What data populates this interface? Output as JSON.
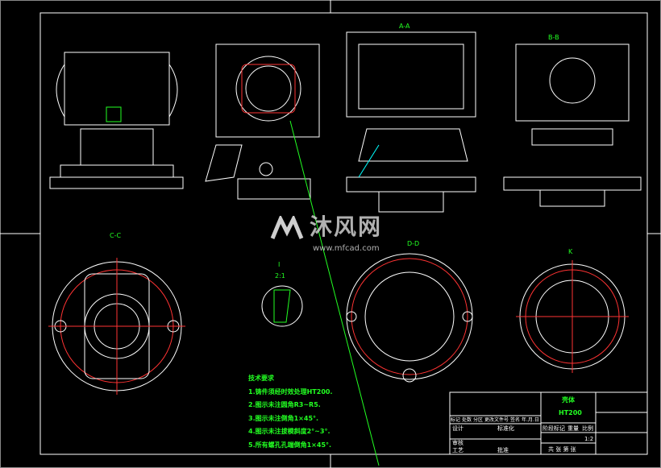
{
  "views": {
    "section_cc": "C-C",
    "section_aa": "A-A",
    "section_bb": "B-B",
    "section_dd": "D-D",
    "view_k": "K",
    "detail_i": "I",
    "detail_scale": "2:1"
  },
  "tech_requirements": {
    "heading": "技术要求",
    "items": [
      "1.铸件须经时效处理HT200.",
      "2.图示未注圆角R3~R5.",
      "3.图示未注倒角1×45°.",
      "4.图示未注拔模斜度2°~3°.",
      "5.所有螺孔孔端倒角1×45°."
    ]
  },
  "title_block": {
    "part_name": "壳体",
    "material": "HT200",
    "headers": [
      "标记",
      "处数",
      "分区",
      "更改文件号",
      "签名",
      "年.月.日"
    ],
    "design": "设计",
    "standardization": "标准化",
    "review": "审核",
    "process": "工艺",
    "approve": "批准",
    "stage_mark": "阶段标记",
    "weight": "重量",
    "scale_label": "比例",
    "scale": "1:2",
    "sheets": "共  张  第  张"
  },
  "watermark": {
    "name": "沐风网",
    "url": "www.mfcad.com"
  }
}
